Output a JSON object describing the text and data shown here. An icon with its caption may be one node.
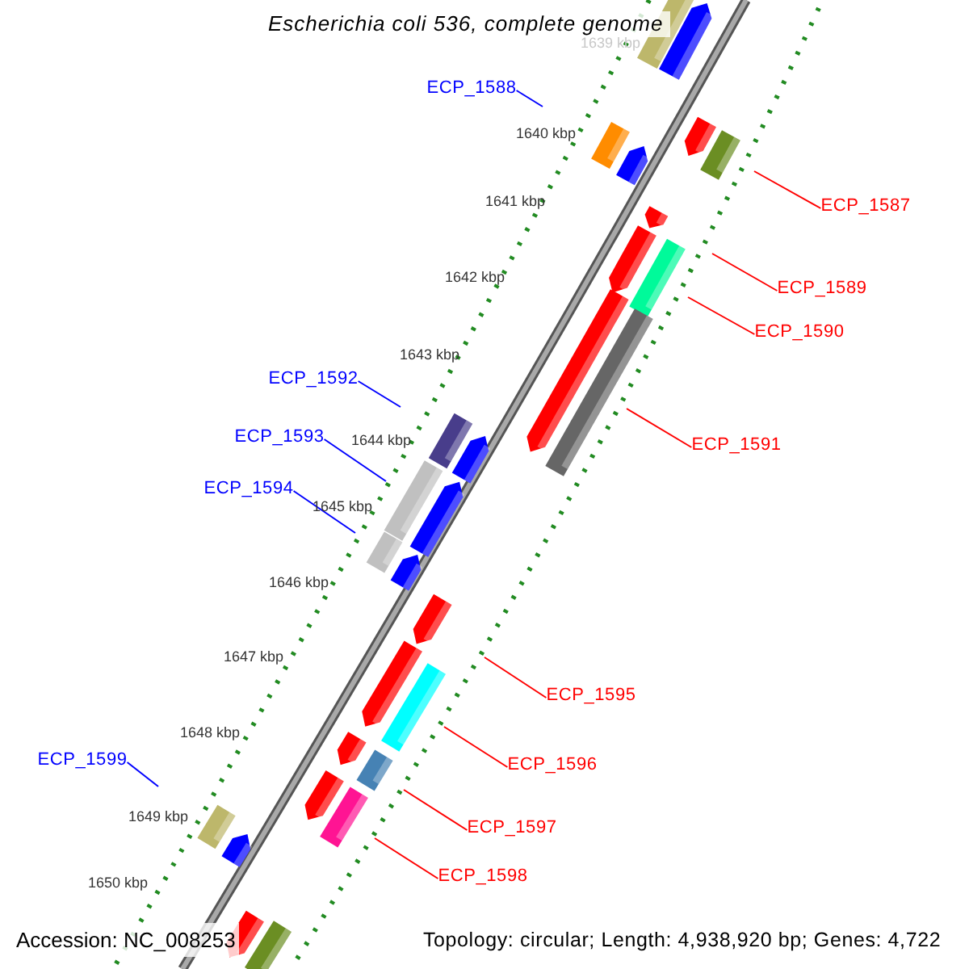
{
  "diagram": {
    "title": "Escherichia coli 536, complete genome",
    "nodes": [
      {
        "text": [
          "ECP_1588"
        ]
      },
      {
        "text": [
          "ECP_1587"
        ]
      },
      {
        "text": [
          "ECP_1589"
        ]
      },
      {
        "text": [
          "ECP_1590"
        ]
      },
      {
        "text": [
          "ECP_1592"
        ]
      },
      {
        "text": [
          "ECP_1593"
        ]
      },
      {
        "text": [
          "ECP_1591"
        ]
      },
      {
        "text": [
          "ECP_1594"
        ]
      },
      {
        "text": [
          "ECP_1595"
        ]
      },
      {
        "text": [
          "ECP_1599"
        ]
      },
      {
        "text": [
          "ECP_1596"
        ]
      },
      {
        "text": [
          "ECP_1597"
        ]
      },
      {
        "text": [
          "ECP_1598"
        ]
      }
    ],
    "edges": [
      {
        "from": 0,
        "to": null,
        "arrow": "none",
        "color": "#0000ff"
      },
      {
        "from": 1,
        "to": null,
        "arrow": "none"
      },
      {
        "from": 2,
        "to": null,
        "arrow": "none"
      },
      {
        "from": 3,
        "to": null,
        "arrow": "none"
      },
      {
        "from": 4,
        "to": null,
        "arrow": "none",
        "color": "#0000ff"
      },
      {
        "from": 5,
        "to": null,
        "arrow": "none",
        "color": "#0000ff"
      },
      {
        "from": 6,
        "to": null,
        "arrow": "none"
      },
      {
        "from": 7,
        "to": null,
        "arrow": "none",
        "color": "#0000ff"
      },
      {
        "from": 8,
        "to": null,
        "arrow": "none"
      },
      {
        "from": 9,
        "to": null,
        "arrow": "none",
        "color": "#0000ff"
      },
      {
        "from": 10,
        "to": null,
        "arrow": "none"
      },
      {
        "from": 11,
        "to": null,
        "arrow": "none"
      },
      {
        "from": 12,
        "to": null,
        "arrow": "none"
      }
    ],
    "labels": [
      "1639 kbp",
      "1640 kbp",
      "1641 kbp",
      "1642 kbp",
      "1643 kbp",
      "1644 kbp",
      "1645 kbp",
      "1646 kbp",
      "1647 kbp",
      "1648 kbp",
      "1649 kbp",
      "1650 kbp",
      "Accession: NC_008253",
      "Topology: circular; Length: 4,938,920 bp; Genes: 4,722"
    ]
  }
}
